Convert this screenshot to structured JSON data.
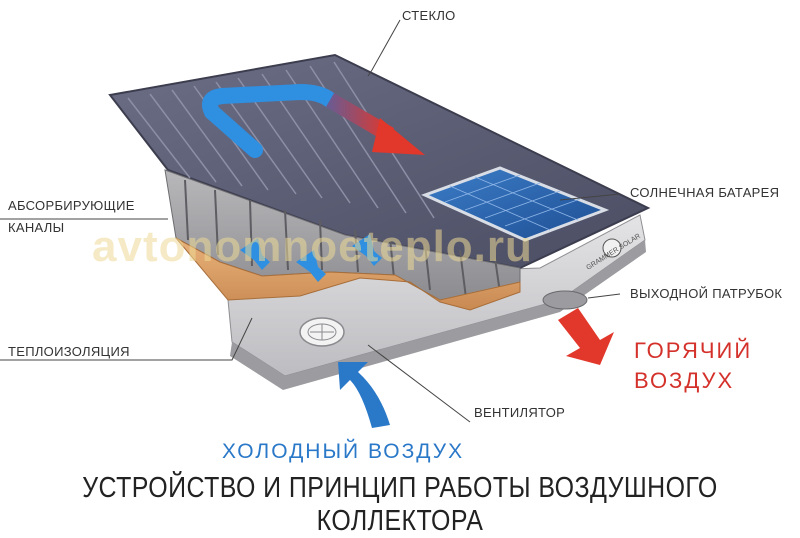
{
  "labels": {
    "glass": "СТЕКЛО",
    "absorber_line1": "АБСОРБИРУЮЩИЕ",
    "absorber_line2": "КАНАЛЫ",
    "solar_battery": "СОЛНЕЧНАЯ БАТАРЕЯ",
    "outlet_pipe": "ВЫХОДНОЙ ПАТРУБОК",
    "insulation": "ТЕПЛОИЗОЛЯЦИЯ",
    "fan": "ВЕНТИЛЯТОР"
  },
  "hot_air_line1": "ГОРЯЧИЙ",
  "hot_air_line2": "ВОЗДУХ",
  "cold_air": "ХОЛОДНЫЙ ВОЗДУХ",
  "title": "УСТРОЙСТВО И ПРИНЦИП РАБОТЫ ВОЗДУШНОГО КОЛЛЕКТОРА",
  "watermark": "avtonomnoeteplo.ru",
  "logo_text": "GRAMMER SOLAR",
  "colors": {
    "hot": "#d4312b",
    "cold": "#2a78c8",
    "insulation": "#d9a26a",
    "panel": "#5b5d77"
  }
}
